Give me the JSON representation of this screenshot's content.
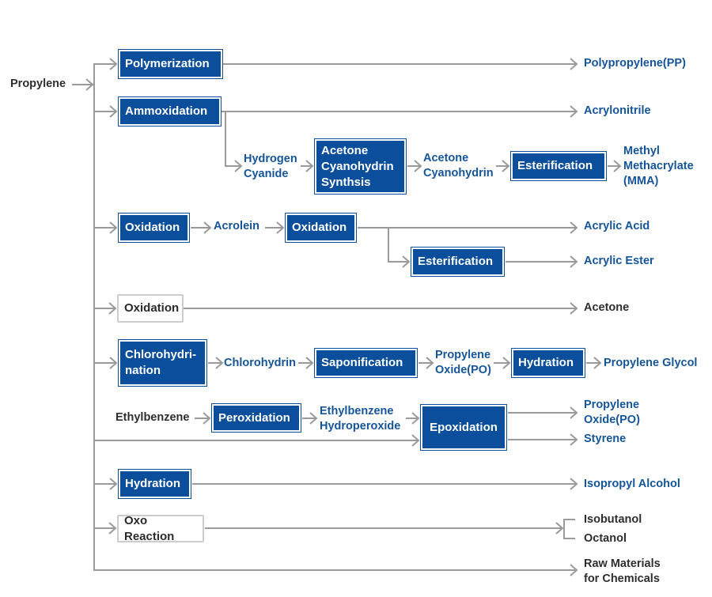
{
  "diagram": {
    "source": "Propylene",
    "processes": {
      "polymerization": "Polymerization",
      "ammoxidation": "Ammoxidation",
      "acetone_cyanohydrin_synthesis": [
        "Acetone",
        "Cyanohydrin",
        "Synthsis"
      ],
      "esterification_mma": "Esterification",
      "oxidation_1": "Oxidation",
      "oxidation_2": "Oxidation",
      "esterification_acrylic": "Esterification",
      "oxidation_acetone": "Oxidation",
      "chlorohydrination": [
        "Chlorohydri-",
        "nation"
      ],
      "saponification": "Saponification",
      "hydration_pg": "Hydration",
      "peroxidation": "Peroxidation",
      "epoxidation": "Epoxidation",
      "hydration_ipa": "Hydration",
      "oxo_reaction": "Oxo Reaction"
    },
    "intermediates": {
      "hydrogen_cyanide": [
        "Hydrogen",
        "Cyanide"
      ],
      "acetone_cyanohydrin": [
        "Acetone",
        "Cyanohydrin"
      ],
      "acrolein": "Acrolein",
      "chlorohydrin": "Chlorohydrin",
      "propylene_oxide_mid": [
        "Propylene",
        "Oxide(PO)"
      ],
      "ethylbenzene": "Ethylbenzene",
      "ethylbenzene_hydroperoxide": [
        "Ethylbenzene",
        "Hydroperoxide"
      ]
    },
    "products": {
      "polypropylene": "Polypropylene(PP)",
      "acrylonitrile": "Acrylonitrile",
      "mma": [
        "Methyl",
        "Methacrylate",
        "(MMA)"
      ],
      "acrylic_acid": "Acrylic Acid",
      "acrylic_ester": "Acrylic Ester",
      "acetone": "Acetone",
      "propylene_glycol": "Propylene Glycol",
      "propylene_oxide": [
        "Propylene",
        "Oxide(PO)"
      ],
      "styrene": "Styrene",
      "isopropyl_alcohol": "Isopropyl Alcohol",
      "isobutanol": "Isobutanol",
      "octanol": "Octanol",
      "raw_materials": [
        "Raw Materials",
        "for Chemicals"
      ]
    },
    "colors": {
      "process_fill": "#0b4f9c",
      "process_text": "#ffffff",
      "neutral_box_border": "#cccccc",
      "product_text_blue": "#155599",
      "text_dark": "#2e2e2e",
      "connector": "#9a9a9a"
    }
  }
}
